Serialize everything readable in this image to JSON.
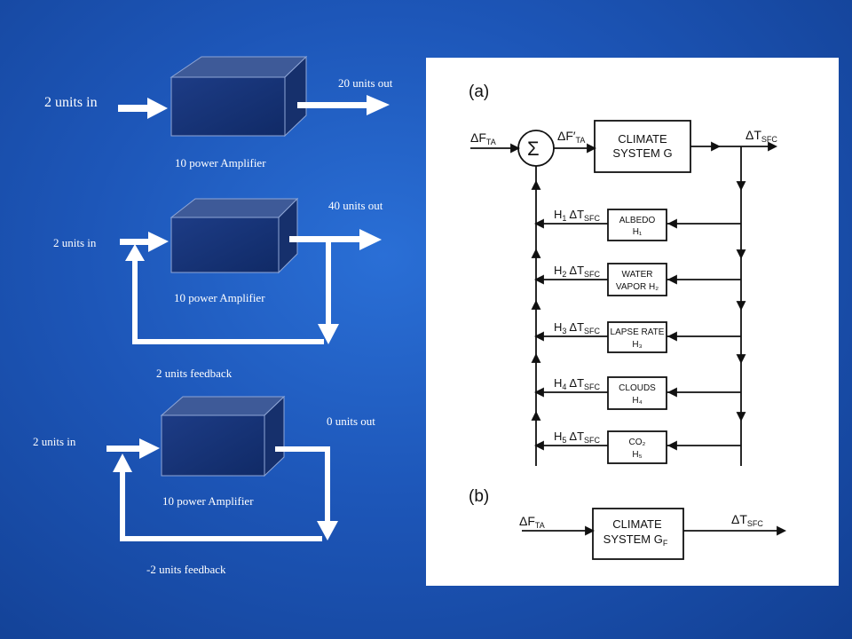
{
  "amplifier_1": {
    "input_label": "2 units in",
    "output_label": "20 units out",
    "amplifier_label": "10 power Amplifier"
  },
  "amplifier_2": {
    "input_label": "2 units in",
    "output_label": "40 units out",
    "amplifier_label": "10 power Amplifier",
    "feedback_label": "2 units feedback"
  },
  "amplifier_3": {
    "input_label": "2 units in",
    "output_label": "0 units out",
    "amplifier_label": "10 power Amplifier",
    "feedback_label": "-2 units feedback"
  },
  "figure": {
    "panel_a_label": "(a)",
    "panel_b_label": "(b)",
    "input_delta": "ΔF",
    "input_sub": "TA",
    "summed_delta": "ΔF′",
    "summed_sub": "TA",
    "output_delta": "ΔT",
    "output_sub": "SFC",
    "climate_box_line1": "CLIMATE",
    "climate_box_line2": "SYSTEM G",
    "sigma": "Σ",
    "feedbacks": [
      {
        "h": "H",
        "n": "1",
        "box_line1": "ALBEDO",
        "box_line2": "H₁"
      },
      {
        "h": "H",
        "n": "2",
        "box_line1": "WATER",
        "box_line2": "VAPOR H₂"
      },
      {
        "h": "H",
        "n": "3",
        "box_line1": "LAPSE RATE",
        "box_line2": "H₃"
      },
      {
        "h": "H",
        "n": "4",
        "box_line1": "CLOUDS",
        "box_line2": "H₄"
      },
      {
        "h": "H",
        "n": "5",
        "box_line1": "CO₂",
        "box_line2": "H₅"
      }
    ],
    "feedback_term_delta": "ΔT",
    "feedback_term_sub": "SFC",
    "climate_box_b_line1": "CLIMATE",
    "climate_box_b_line2": "SYSTEM G",
    "climate_box_b_sub": "F"
  }
}
